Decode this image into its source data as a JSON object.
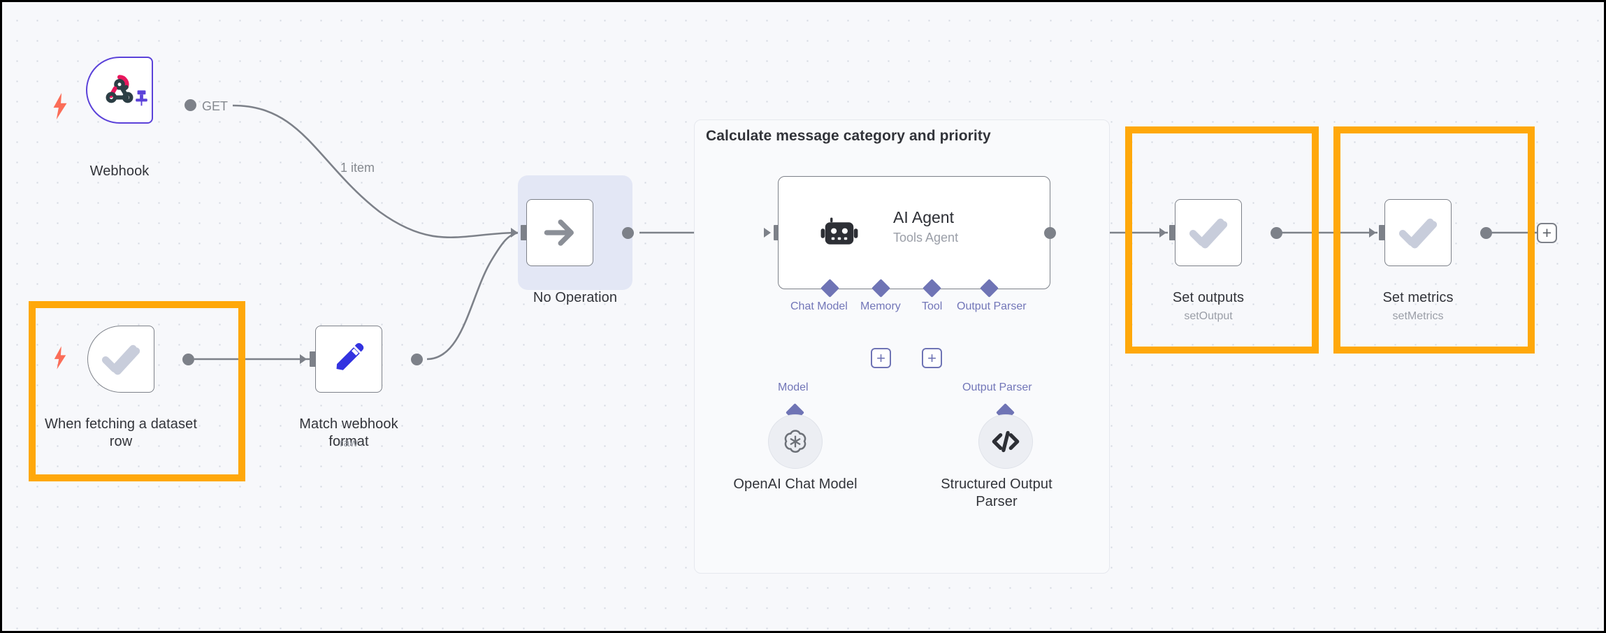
{
  "canvas": {
    "background": "#f7f8fb",
    "grid_dot_color": "#d3d7e0",
    "highlight_color": "#FFA80A",
    "selection_halo_color": "#e3e7f5"
  },
  "nodes": [
    {
      "id": "webhook",
      "label": "Webhook",
      "subtitle": "",
      "icon": "webhook-icon",
      "type": "trigger",
      "accent": "#5b42d9",
      "pinned": true,
      "trigger_bolt": true,
      "highlighted": false,
      "selected": false
    },
    {
      "id": "when-fetching-a-dataset-row",
      "label": "When fetching a dataset row",
      "subtitle": "",
      "icon": "double-check-icon",
      "type": "trigger",
      "accent": "#7d8189",
      "pinned": false,
      "trigger_bolt": true,
      "highlighted": true,
      "selected": false
    },
    {
      "id": "match-webhook-format",
      "label": "Match webhook format",
      "subtitle": "raw",
      "icon": "pencil-icon",
      "type": "action",
      "accent": "#3333e0",
      "pinned": false,
      "trigger_bolt": false,
      "highlighted": false,
      "selected": false
    },
    {
      "id": "no-operation",
      "label": "No Operation",
      "subtitle": "",
      "icon": "arrow-right-icon",
      "type": "action",
      "accent": "#7d8189",
      "pinned": false,
      "trigger_bolt": false,
      "highlighted": false,
      "selected": true
    },
    {
      "id": "set-outputs",
      "label": "Set outputs",
      "subtitle": "setOutput",
      "icon": "double-check-icon",
      "type": "action",
      "accent": "#7d8189",
      "pinned": false,
      "trigger_bolt": false,
      "highlighted": true,
      "selected": false
    },
    {
      "id": "set-metrics",
      "label": "Set metrics",
      "subtitle": "setMetrics",
      "icon": "double-check-icon",
      "type": "action",
      "accent": "#7d8189",
      "pinned": false,
      "trigger_bolt": false,
      "highlighted": true,
      "selected": false
    }
  ],
  "group": {
    "title": "Calculate message category and priority"
  },
  "agent": {
    "title": "AI Agent",
    "subtitle": "Tools Agent",
    "icon": "robot-icon",
    "ports": [
      {
        "label": "Chat Model",
        "kind": "required",
        "connected": true
      },
      {
        "label": "Memory",
        "kind": "optional",
        "connected": false
      },
      {
        "label": "Tool",
        "kind": "optional",
        "connected": false
      },
      {
        "label": "Output Parser",
        "kind": "required",
        "connected": true
      }
    ]
  },
  "subnodes": [
    {
      "id": "openai-chat-model",
      "label": "OpenAI Chat Model",
      "icon": "openai-icon",
      "connection_label": "Model"
    },
    {
      "id": "structured-output-parser",
      "label": "Structured Output Parser",
      "icon": "code-brackets-icon",
      "connection_label": "Output Parser"
    }
  ],
  "edge_labels": {
    "webhook_method": "GET",
    "webhook_items": "1 item"
  },
  "buttons": {
    "add_memory": "+",
    "add_tool": "+",
    "add_next_node": "+"
  }
}
